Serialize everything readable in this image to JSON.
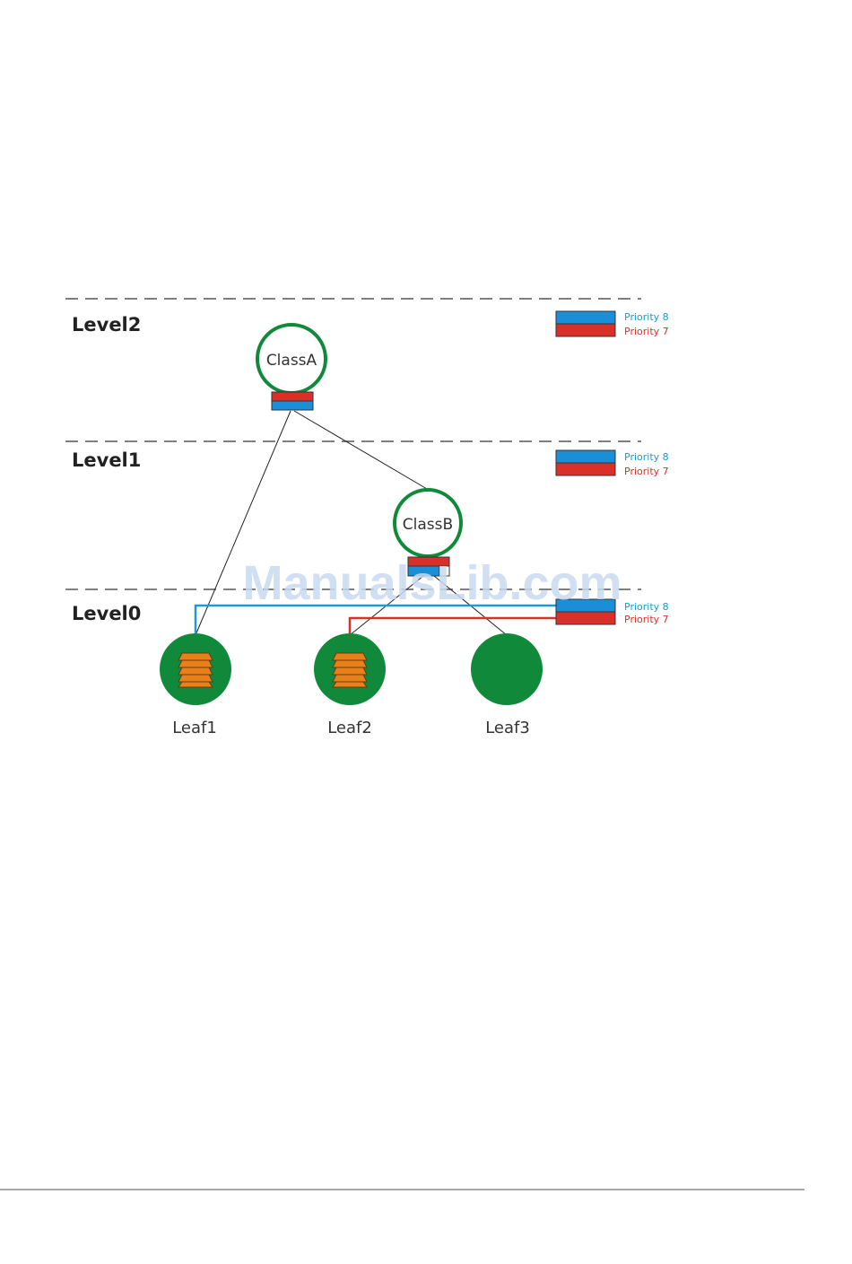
{
  "levels": [
    {
      "label": "Level2"
    },
    {
      "label": "Level1"
    },
    {
      "label": "Level0"
    }
  ],
  "classes": [
    {
      "label": "ClassA"
    },
    {
      "label": "ClassB"
    }
  ],
  "leaves": [
    {
      "label": "Leaf1",
      "has_queue": true
    },
    {
      "label": "Leaf2",
      "has_queue": true
    },
    {
      "label": "Leaf3",
      "has_queue": false
    }
  ],
  "legend": {
    "priority_high": "Priority 8",
    "priority_low": "Priority 7"
  },
  "colors": {
    "priority_high": "#1a8fd8",
    "priority_low": "#d9302a",
    "node_green": "#108a3a",
    "queue_orange": "#e8811a"
  },
  "watermark": "ManualsLib.com"
}
